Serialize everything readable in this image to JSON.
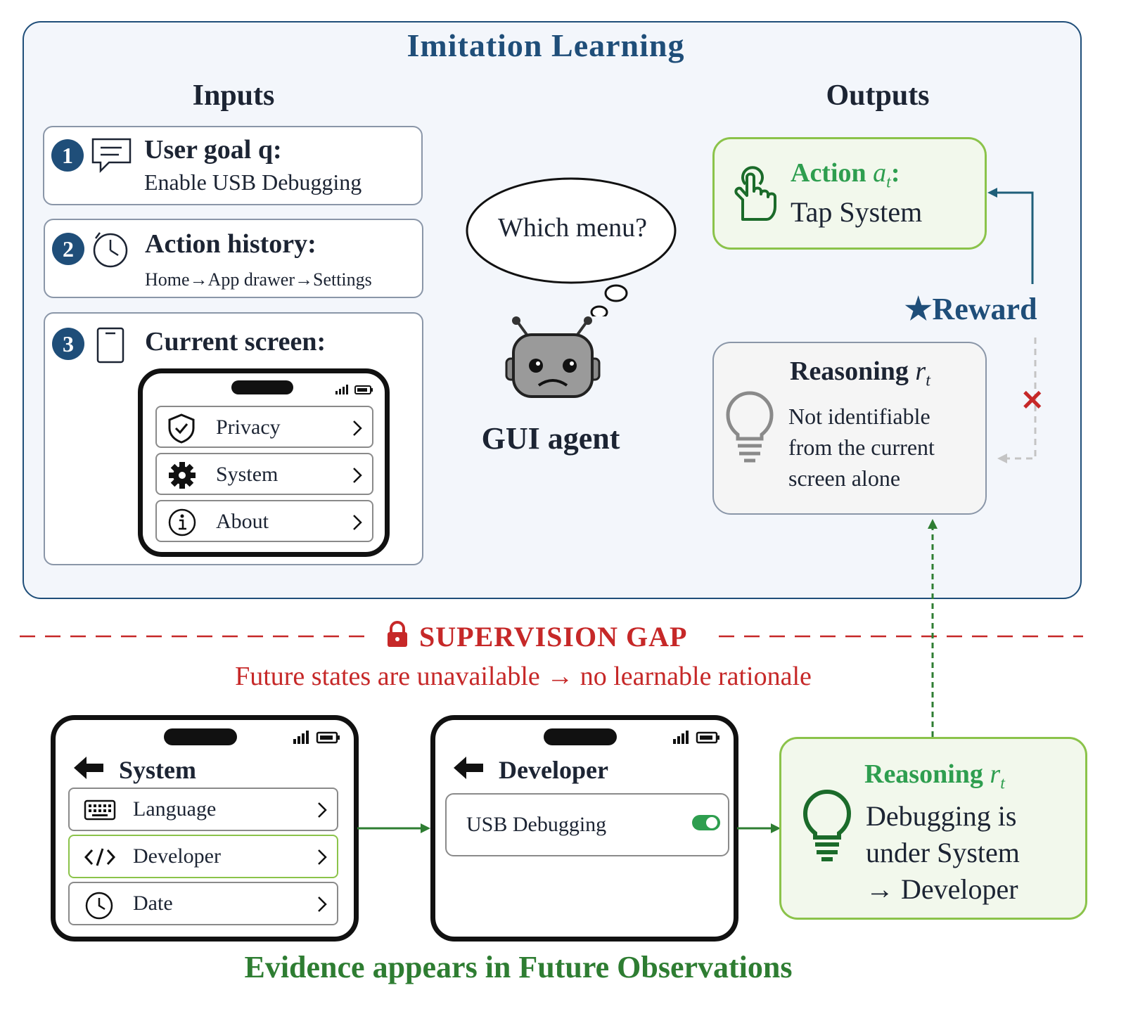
{
  "title": "Imitation Learning",
  "inputs": {
    "heading": "Inputs",
    "goal": {
      "number": "1",
      "label": "User goal q:",
      "value": "Enable USB Debugging"
    },
    "history": {
      "number": "2",
      "label": "Action history:",
      "value": "Home→App drawer→Settings"
    },
    "screen": {
      "number": "3",
      "label": "Current screen:",
      "items": [
        {
          "label": "Privacy"
        },
        {
          "label": "System"
        },
        {
          "label": "About"
        }
      ]
    }
  },
  "agent": {
    "thought": "Which menu?",
    "label": "GUI agent"
  },
  "outputs": {
    "heading": "Outputs",
    "action": {
      "label": "Action",
      "symbol": "a",
      "sub": "t",
      "colon": ":",
      "value": "Tap System"
    },
    "reward": {
      "star": "★",
      "label": "Reward",
      "cross": "✕"
    },
    "reasoning": {
      "label": "Reasoning",
      "symbol": "r",
      "sub": "t",
      "lines": [
        "Not identifiable",
        "from the current",
        "screen alone"
      ]
    }
  },
  "gap": {
    "title": "SUPERVISION GAP",
    "subtitle": "Future states are unavailable → no learnable rationale"
  },
  "future": {
    "system_screen": {
      "title": "System",
      "items": [
        {
          "label": "Language"
        },
        {
          "label": "Developer"
        },
        {
          "label": "Date"
        }
      ]
    },
    "developer_screen": {
      "title": "Developer",
      "item": "USB Debugging"
    },
    "reasoning": {
      "label": "Reasoning",
      "symbol": "r",
      "sub": "t",
      "lines": [
        "Debugging is",
        "under System",
        "→ Developer"
      ]
    },
    "evidence": "Evidence appears in Future Observations"
  },
  "colors": {
    "navy": "#1f4e79",
    "green": "#2e9e4f",
    "light_green": "#8bc34a",
    "red": "#c62828",
    "dark_green": "#2e7d32"
  }
}
